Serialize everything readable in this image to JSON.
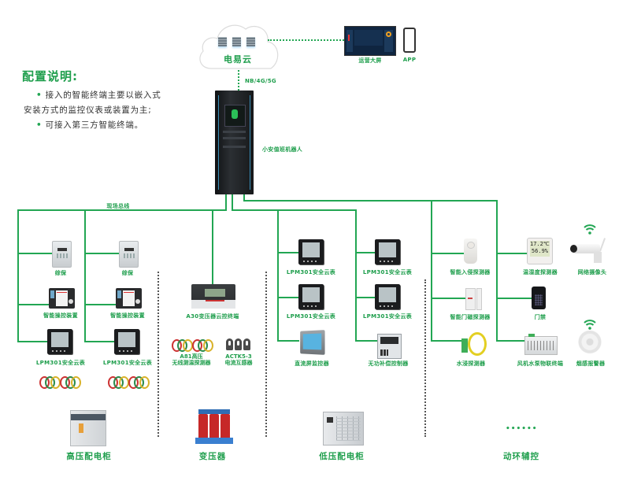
{
  "intro": {
    "title": "配置说明:",
    "line1": "接入的智能终端主要以嵌入式",
    "line2": "安装方式的监控仪表或装置为主;",
    "line3": "可接入第三方智能终端。",
    "bullet": "•"
  },
  "cloud": {
    "label": "电易云"
  },
  "platform": {
    "screen_label": "运营大屏",
    "app_label": "APP"
  },
  "uplink": {
    "label": "NB/4G/5G"
  },
  "robot": {
    "label": "小安值班机器人"
  },
  "bus": {
    "label": "现场总线"
  },
  "hv_section": {
    "devices": [
      {
        "label": "综保"
      },
      {
        "label": "综保"
      },
      {
        "label": "智能操控装置"
      },
      {
        "label": "智能操控装置"
      },
      {
        "label": "LPM301安全云表"
      },
      {
        "label": "LPM301安全云表"
      }
    ],
    "category": "高压配电柜"
  },
  "transformer_section": {
    "terminal": "A30变压器云控终端",
    "sensor1_line1": "A81高压",
    "sensor1_line2": "无线测温探测器",
    "sensor2_line1": "ACTK5-3",
    "sensor2_line2": "电流互感器",
    "category": "变压器"
  },
  "lv_section": {
    "devices": [
      {
        "label": "LPM301安全云表"
      },
      {
        "label": "LPM301安全云表"
      },
      {
        "label": "LPM301安全云表"
      },
      {
        "label": "LPM301安全云表"
      },
      {
        "label": "直流屏监控器"
      },
      {
        "label": "无功补偿控制器"
      }
    ],
    "category": "低压配电柜"
  },
  "env_section": {
    "devices": [
      {
        "label": "智能入侵探测器"
      },
      {
        "label": "温湿度探测器"
      },
      {
        "label": "网络摄像头"
      },
      {
        "label": "智能门磁探测器"
      },
      {
        "label": "门禁"
      },
      {
        "label": "水浸探测器"
      },
      {
        "label": "风机水泵物联终端"
      },
      {
        "label": "烟感报警器"
      }
    ],
    "th_reading_temp": "17.2℃",
    "th_reading_hum": "56.9%",
    "more": "••••••",
    "category": "动环辅控"
  },
  "colors": {
    "accent": "#22a653",
    "label": "#1e9e4c",
    "text": "#333333"
  }
}
